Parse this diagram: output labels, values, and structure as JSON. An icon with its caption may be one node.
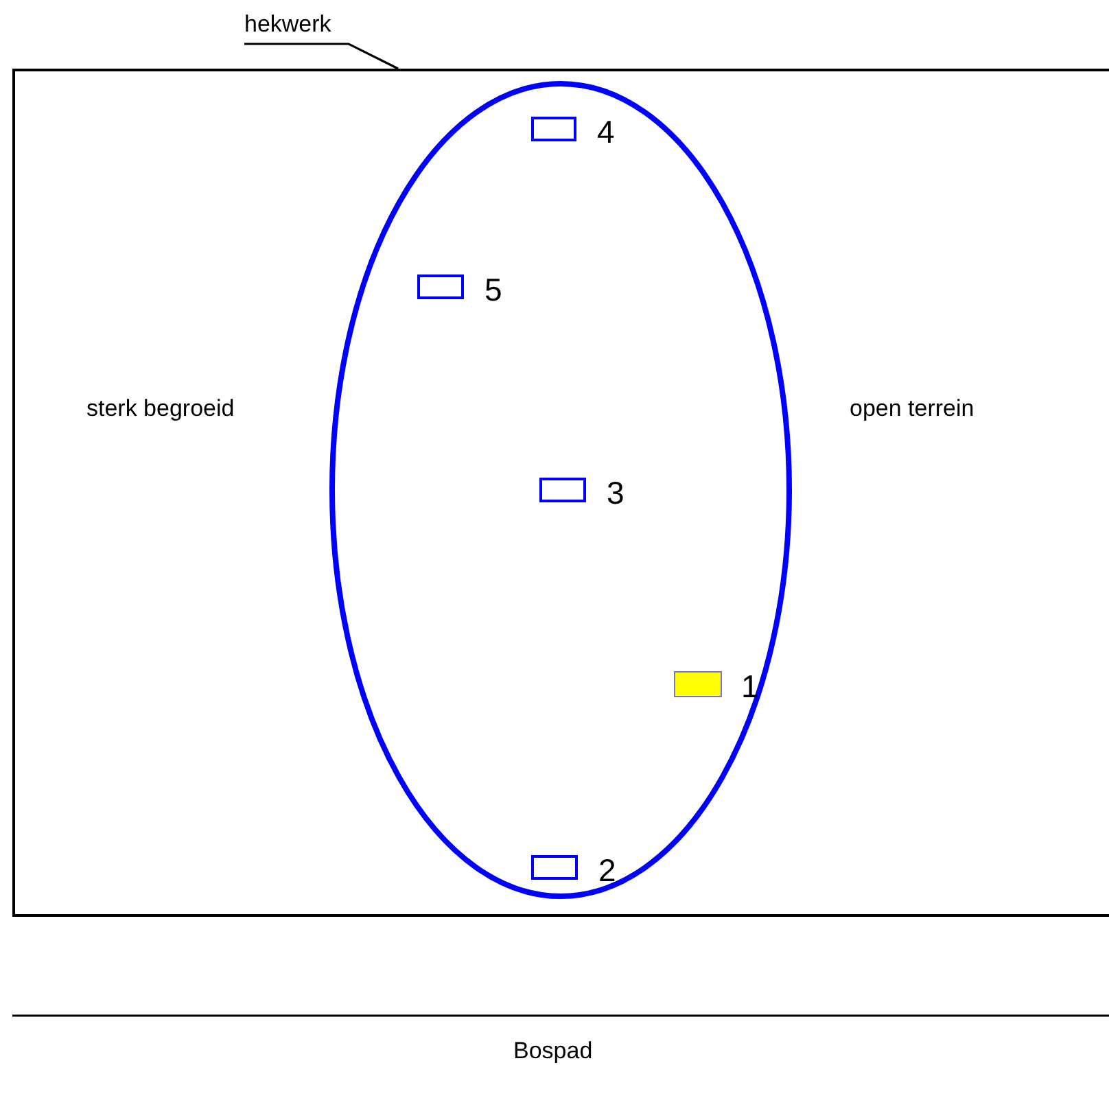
{
  "diagram": {
    "nodes": [
      {
        "text": [
          "hekwerk"
        ]
      },
      {
        "text": [
          "sterk begroeid",
          "open terrein"
        ]
      },
      {
        "text": [],
        "shape": "ellipse",
        "in": 1
      },
      {
        "text": [],
        "shape": "box",
        "in": 2,
        "beside": [
          "4"
        ]
      },
      {
        "text": [],
        "shape": "box",
        "in": 2,
        "beside": [
          "5"
        ]
      },
      {
        "text": [],
        "shape": "box",
        "in": 2,
        "beside": [
          "3"
        ]
      },
      {
        "text": [],
        "shape": "box",
        "in": 2,
        "beside": [
          "1"
        ]
      },
      {
        "text": [],
        "shape": "box",
        "in": 2,
        "beside": [
          "2"
        ]
      }
    ],
    "edges": [
      {
        "from": 0,
        "to": 1,
        "arrow": "none"
      }
    ],
    "labels": [
      "Bospad"
    ]
  }
}
